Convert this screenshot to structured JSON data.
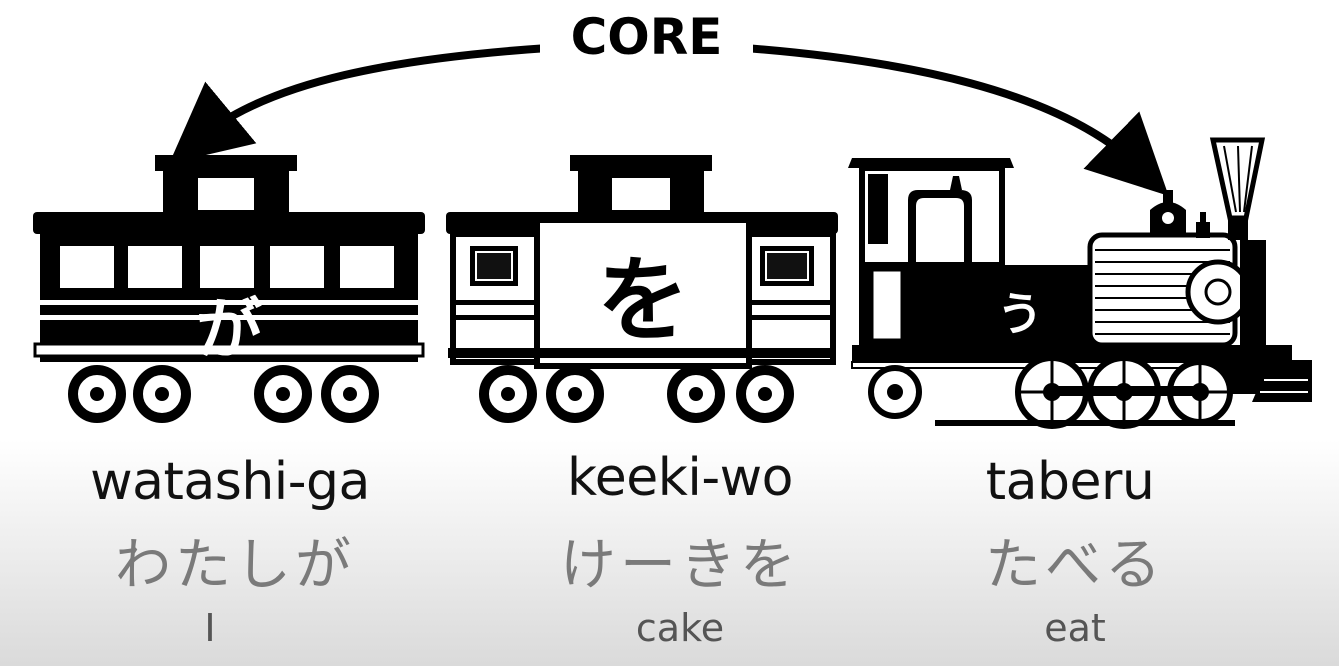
{
  "title": "CORE",
  "cars": [
    {
      "particle": "が",
      "romaji": "watashi-ga",
      "kana": "わたしが",
      "english": "I"
    },
    {
      "particle": "を",
      "romaji": "keeki-wo",
      "kana": "けーきを",
      "english": "cake"
    },
    {
      "particle": "う",
      "romaji": "taberu",
      "kana": "たべる",
      "english": "eat"
    }
  ],
  "colors": {
    "ink": "#000000",
    "kana_gray": "#7a7a7a",
    "english_gray": "#555555"
  }
}
